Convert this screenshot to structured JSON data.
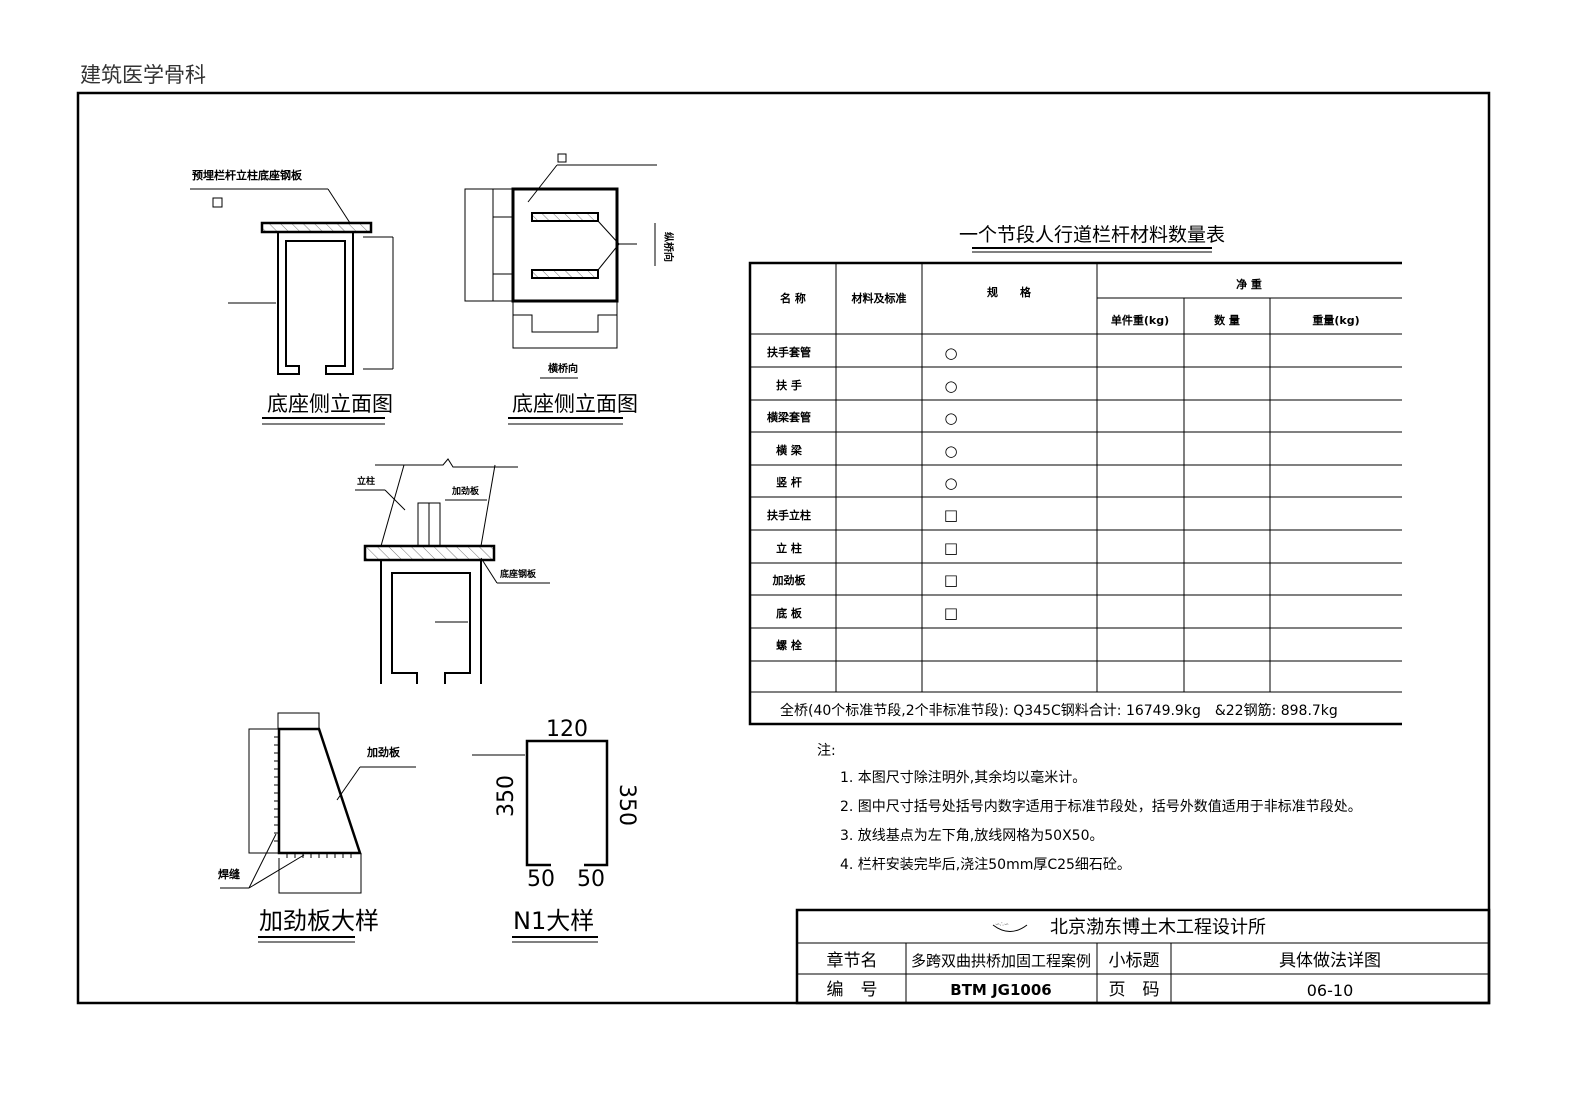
{
  "header": {
    "watermark": "建筑医学骨科"
  },
  "drawings": {
    "base_side_1": {
      "title": "底座侧立面图",
      "label_plate": "预埋栏杆立柱底座钢板"
    },
    "base_side_2": {
      "title": "底座侧立面图",
      "label_longitudinal": "纵桥向",
      "label_transverse": "横桥向"
    },
    "column_detail": {
      "label_column": "立柱",
      "label_stiffener": "加劲板",
      "label_base_plate": "底座钢板"
    },
    "stiffener_detail": {
      "title": "加劲板大样",
      "label_stiffener": "加劲板",
      "label_weld": "焊缝"
    },
    "n1_detail": {
      "title": "N1大样",
      "dim_top": "120",
      "dim_left": "350",
      "dim_right": "350",
      "dim_bottom_left": "50",
      "dim_bottom_right": "50"
    }
  },
  "table": {
    "title": "一个节段人行道栏杆材料数量表",
    "headers": {
      "name": "名 称",
      "material": "材料及标准",
      "spec": "规　　格",
      "net_weight": "净 重",
      "unit_weight": "单件重(kg)",
      "quantity": "数 量",
      "weight": "重量(kg)"
    },
    "rows": [
      {
        "name": "扶手套管",
        "spec": "○"
      },
      {
        "name": "扶 手",
        "spec": "○"
      },
      {
        "name": "横梁套管",
        "spec": "○"
      },
      {
        "name": "横 梁",
        "spec": "○"
      },
      {
        "name": "竖 杆",
        "spec": "○"
      },
      {
        "name": "扶手立柱",
        "spec": "□"
      },
      {
        "name": "立 柱",
        "spec": "□"
      },
      {
        "name": "加劲板",
        "spec": "□"
      },
      {
        "name": "底 板",
        "spec": "□"
      },
      {
        "name": "螺 栓",
        "spec": ""
      }
    ],
    "total": "全桥(40个标准节段,2个非标准节段): Q345C钢料合计: 16749.9kg　&22钢筋: 898.7kg"
  },
  "notes": {
    "heading": "注:",
    "items": [
      "1. 本图尺寸除注明外,其余均以毫米计。",
      "2. 图中尺寸括号处括号内数字适用于标准节段处，括号外数值适用于非标准节段处。",
      "3. 放线基点为左下角,放线网格为50X50。",
      "4. 栏杆安装完毕后,浇注50mm厚C25细石砼。"
    ]
  },
  "title_block": {
    "company": "北京渤东博土木工程设计所",
    "chapter_label": "章节名",
    "chapter_value": "多跨双曲拱桥加固工程案例",
    "subtitle_label": "小标题",
    "subtitle_value": "具体做法详图",
    "code_label": "编　号",
    "code_value": "BTM JG1006",
    "page_label": "页　码",
    "page_value": "06-10"
  }
}
